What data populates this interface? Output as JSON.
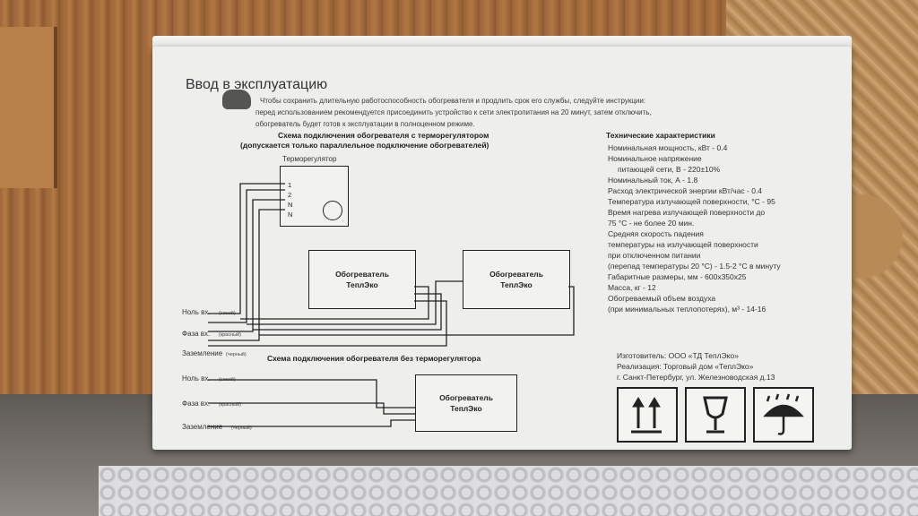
{
  "box": {
    "title": "Ввод в эксплуатацию",
    "intro": [
      "Чтобы сохранить длительную работоспособность обогревателя и продлить срок его службы, следуйте инструкции:",
      "перед использованием рекомендуется присоединить устройство к сети электропитания на 20 минут, затем отключить,",
      "обогреватель будет готов к эксплуатации в полноценном режиме."
    ],
    "scheme1": {
      "title": "Схема подключения обогревателя с терморегулятором",
      "subtitle": "(допускается только параллельное подключение обогревателей)",
      "thermostat_label": "Терморегулятор",
      "terminals": [
        "1",
        "2",
        "N",
        "N"
      ],
      "heater_label": "Обогреватель ТеплЭко",
      "wires": [
        {
          "label": "Ноль вх.",
          "note": "(синий)"
        },
        {
          "label": "Фаза вх.",
          "note": "(красный)"
        },
        {
          "label": "Заземление",
          "note": "(черный)"
        }
      ]
    },
    "scheme2": {
      "title": "Схема подключения обогревателя без терморегулятора",
      "heater_label": "Обогреватель ТеплЭко",
      "wires": [
        {
          "label": "Ноль вх.",
          "note": "(синий)"
        },
        {
          "label": "Фаза вх.",
          "note": "(красный)"
        },
        {
          "label": "Заземление",
          "note": "(черный)"
        }
      ]
    },
    "specs": {
      "title": "Технические характеристики",
      "lines": [
        "Номинальная мощность, кВт - 0.4",
        "Номинальное напряжение",
        "питающей сети, В - 220±10%",
        "Номинальный ток, А - 1.8",
        "Расход электрической энергии кВт/час - 0.4",
        "Температура излучающей поверхности, °С - 95",
        "Время нагрева излучающей поверхности до",
        "75 °С - не более 20 мин.",
        "Средняя скорость падения",
        "температуры на излучающей поверхности",
        "при отключенном питании",
        "(перепад температуры 20 °С) - 1.5-2 °С в минуту",
        "Габаритные размеры, мм - 600х350х25",
        "Масса, кг - 12",
        "Обогреваемый объем воздуха",
        "(при минимальных теплопотерях), м³ - 14-16"
      ]
    },
    "manufacturer": [
      "Изготовитель: ООО «ТД ТеплЭко»",
      "Реализация: Торговый дом «ТеплЭко»",
      "г. Санкт-Петербург, ул. Железноводская д.13"
    ],
    "icons": [
      "this-way-up-icon",
      "fragile-glass-icon",
      "keep-dry-umbrella-icon"
    ]
  }
}
